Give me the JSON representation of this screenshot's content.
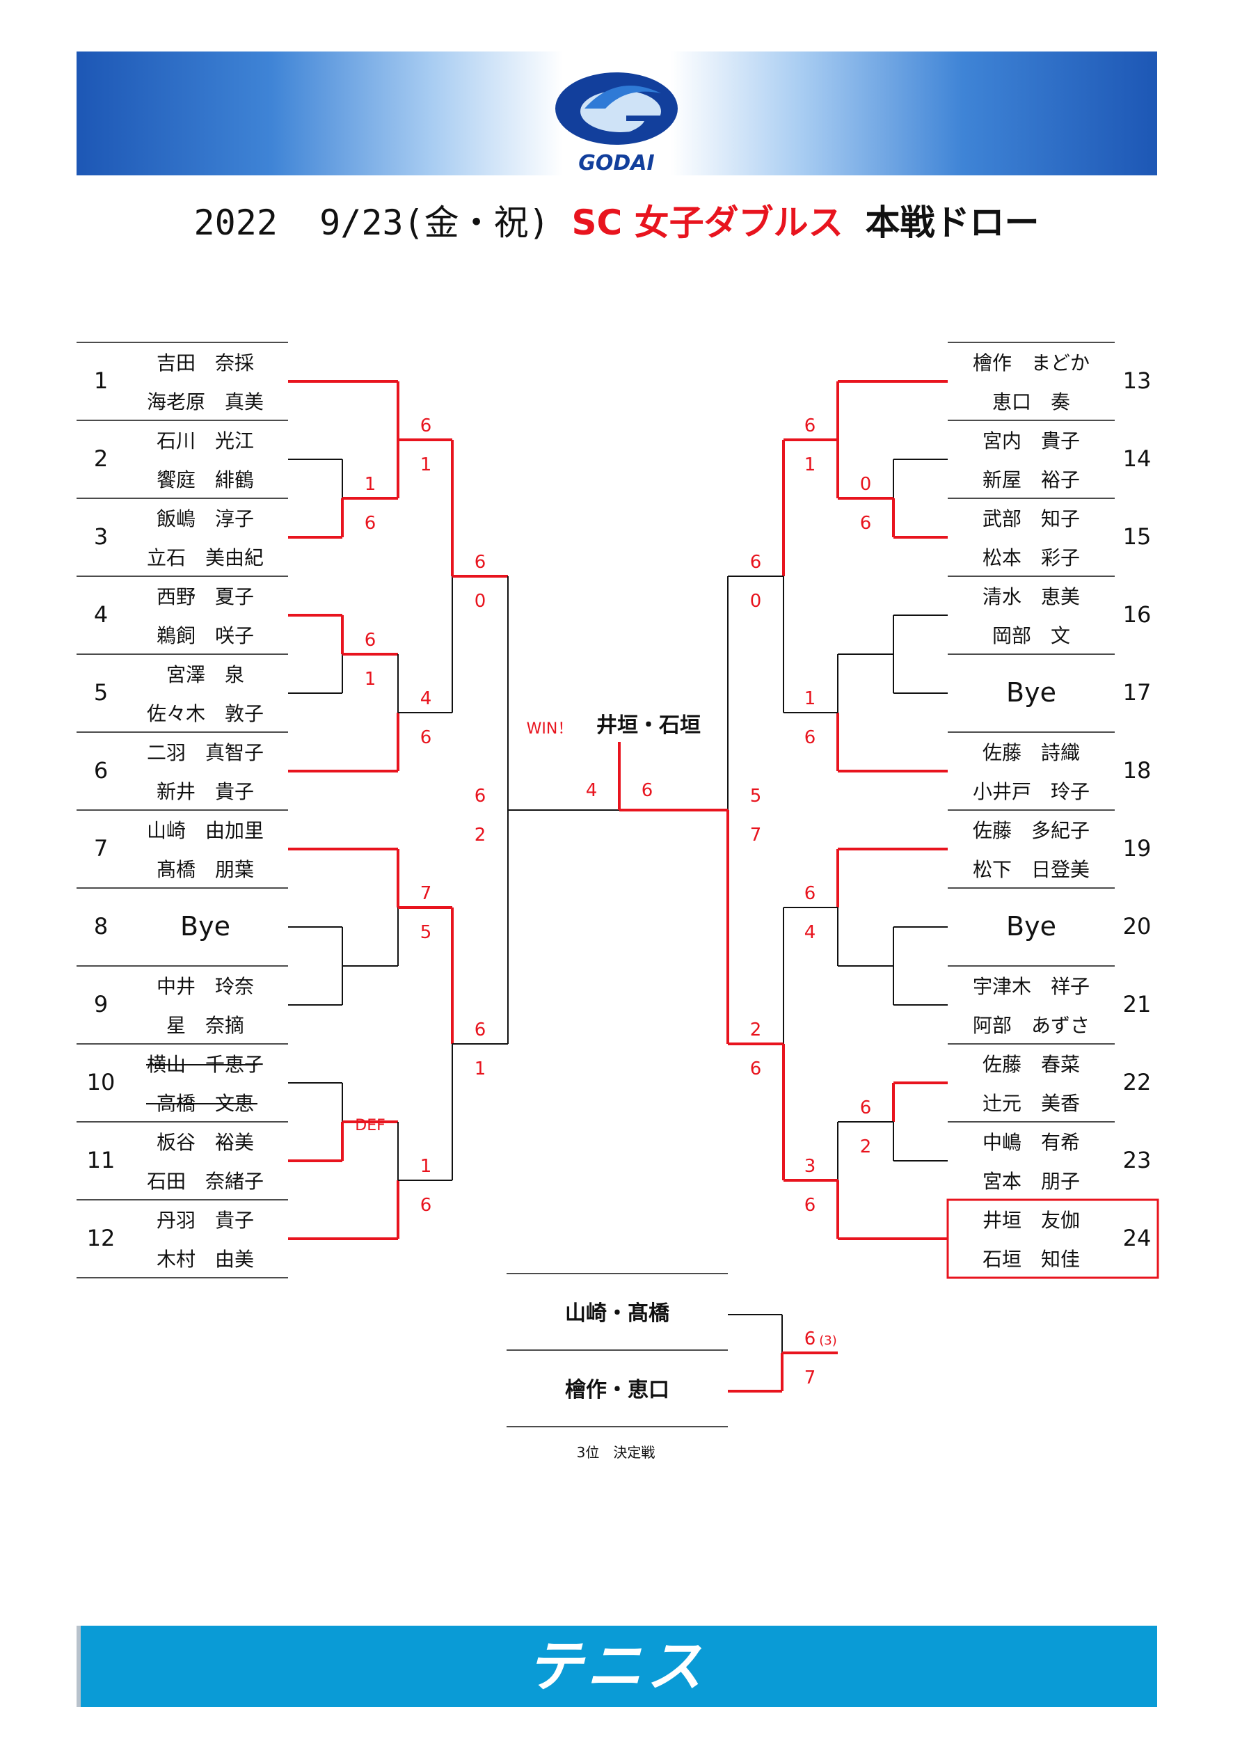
{
  "header": {
    "brand": "GODAI"
  },
  "title": {
    "date": "2022  9/23(金・祝)",
    "event": "SC 女子ダブルス",
    "draw": "本戦ドロー"
  },
  "left_entries": [
    {
      "seed": "1",
      "p1": "吉田　奈採",
      "p2": "海老原　真美"
    },
    {
      "seed": "2",
      "p1": "石川　光江",
      "p2": "饗庭　緋鶴"
    },
    {
      "seed": "3",
      "p1": "飯嶋　淳子",
      "p2": "立石　美由紀"
    },
    {
      "seed": "4",
      "p1": "西野　夏子",
      "p2": "鵜飼　咲子"
    },
    {
      "seed": "5",
      "p1": "宮澤　泉",
      "p2": "佐々木　敦子"
    },
    {
      "seed": "6",
      "p1": "二羽　真智子",
      "p2": "新井　貴子"
    },
    {
      "seed": "7",
      "p1": "山崎　由加里",
      "p2": "髙橋　朋葉"
    },
    {
      "seed": "8",
      "bye": "Bye"
    },
    {
      "seed": "9",
      "p1": "中井　玲奈",
      "p2": "星　奈摘"
    },
    {
      "seed": "10",
      "p1": "横山　千恵子",
      "p2": "高橋　文恵"
    },
    {
      "seed": "11",
      "p1": "板谷　裕美",
      "p2": "石田　奈緒子"
    },
    {
      "seed": "12",
      "p1": "丹羽　貴子",
      "p2": "木村　由美"
    }
  ],
  "right_entries": [
    {
      "seed": "13",
      "p1": "檜作　まどか",
      "p2": "恵口　奏"
    },
    {
      "seed": "14",
      "p1": "宮内　貴子",
      "p2": "新屋　裕子"
    },
    {
      "seed": "15",
      "p1": "武部　知子",
      "p2": "松本　彩子"
    },
    {
      "seed": "16",
      "p1": "清水　恵美",
      "p2": "岡部　文"
    },
    {
      "seed": "17",
      "bye": "Bye"
    },
    {
      "seed": "18",
      "p1": "佐藤　詩織",
      "p2": "小井戸　玲子"
    },
    {
      "seed": "19",
      "p1": "佐藤　多紀子",
      "p2": "松下　日登美"
    },
    {
      "seed": "20",
      "bye": "Bye"
    },
    {
      "seed": "21",
      "p1": "宇津木　祥子",
      "p2": "阿部　あずさ"
    },
    {
      "seed": "22",
      "p1": "佐藤　春菜",
      "p2": "辻元　美香"
    },
    {
      "seed": "23",
      "p1": "中嶋　有希",
      "p2": "宮本　朋子"
    },
    {
      "seed": "24",
      "p1": "井垣　友伽",
      "p2": "石垣　知佳"
    }
  ],
  "scores": {
    "l_r1_23": [
      "1",
      "6"
    ],
    "l_r1_45": [
      "6",
      "1"
    ],
    "l_r1_1011": "DEF",
    "l_qf_1": [
      "6",
      "1"
    ],
    "l_qf_2": [
      "4",
      "6"
    ],
    "l_qf_3": [
      "7",
      "5"
    ],
    "l_qf_4": [
      "1",
      "6"
    ],
    "l_sf_1": [
      "6",
      "0"
    ],
    "l_sf_2": [
      "6",
      "1"
    ],
    "l_final": [
      "6",
      "2"
    ],
    "r_r1_1415": [
      "0",
      "6"
    ],
    "r_r1_2223": [
      "6",
      "2"
    ],
    "r_qf_1": [
      "6",
      "1"
    ],
    "r_qf_2": [
      "1",
      "6"
    ],
    "r_qf_3": [
      "6",
      "4"
    ],
    "r_qf_4": [
      "3",
      "6"
    ],
    "r_sf_1": [
      "6",
      "0"
    ],
    "r_sf_2": [
      "2",
      "6"
    ],
    "r_final": [
      "5",
      "7"
    ],
    "final": [
      "4",
      "6"
    ],
    "third": [
      "6",
      "(3)",
      "7"
    ]
  },
  "champion": {
    "label": "WIN！",
    "name": "井垣・石垣"
  },
  "third_place": {
    "team1": "山崎・髙橋",
    "team2": "檜作・恵口",
    "caption": "3位　決定戦"
  },
  "footer": {
    "label": "テニス"
  },
  "colors": {
    "win_line": "#e8141e",
    "line": "#111111",
    "banner_blue": "#1d57b5",
    "footer_blue": "#0a9bd6"
  }
}
